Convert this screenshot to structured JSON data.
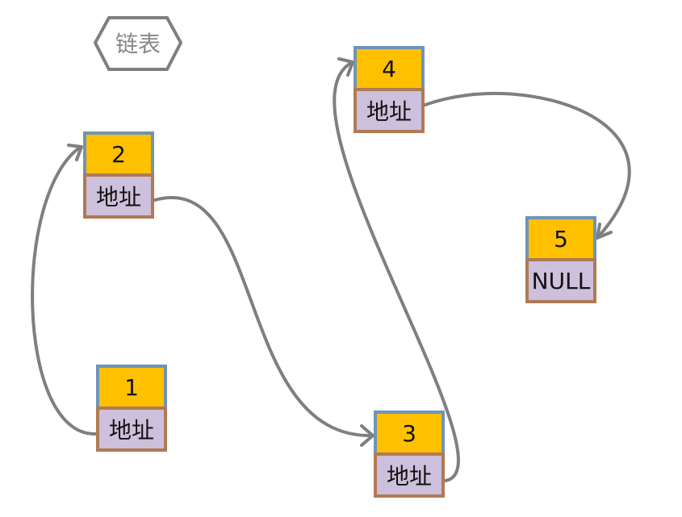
{
  "title": "链表",
  "colors": {
    "value_fill": "#ffc000",
    "value_border": "#7094b8",
    "address_fill": "#ccc0dc",
    "address_border": "#b07a55",
    "arrow": "#7f7f7f"
  },
  "nodes": [
    {
      "value": "1",
      "pointer": "地址"
    },
    {
      "value": "2",
      "pointer": "地址"
    },
    {
      "value": "3",
      "pointer": "地址"
    },
    {
      "value": "4",
      "pointer": "地址"
    },
    {
      "value": "5",
      "pointer": "NULL"
    }
  ]
}
